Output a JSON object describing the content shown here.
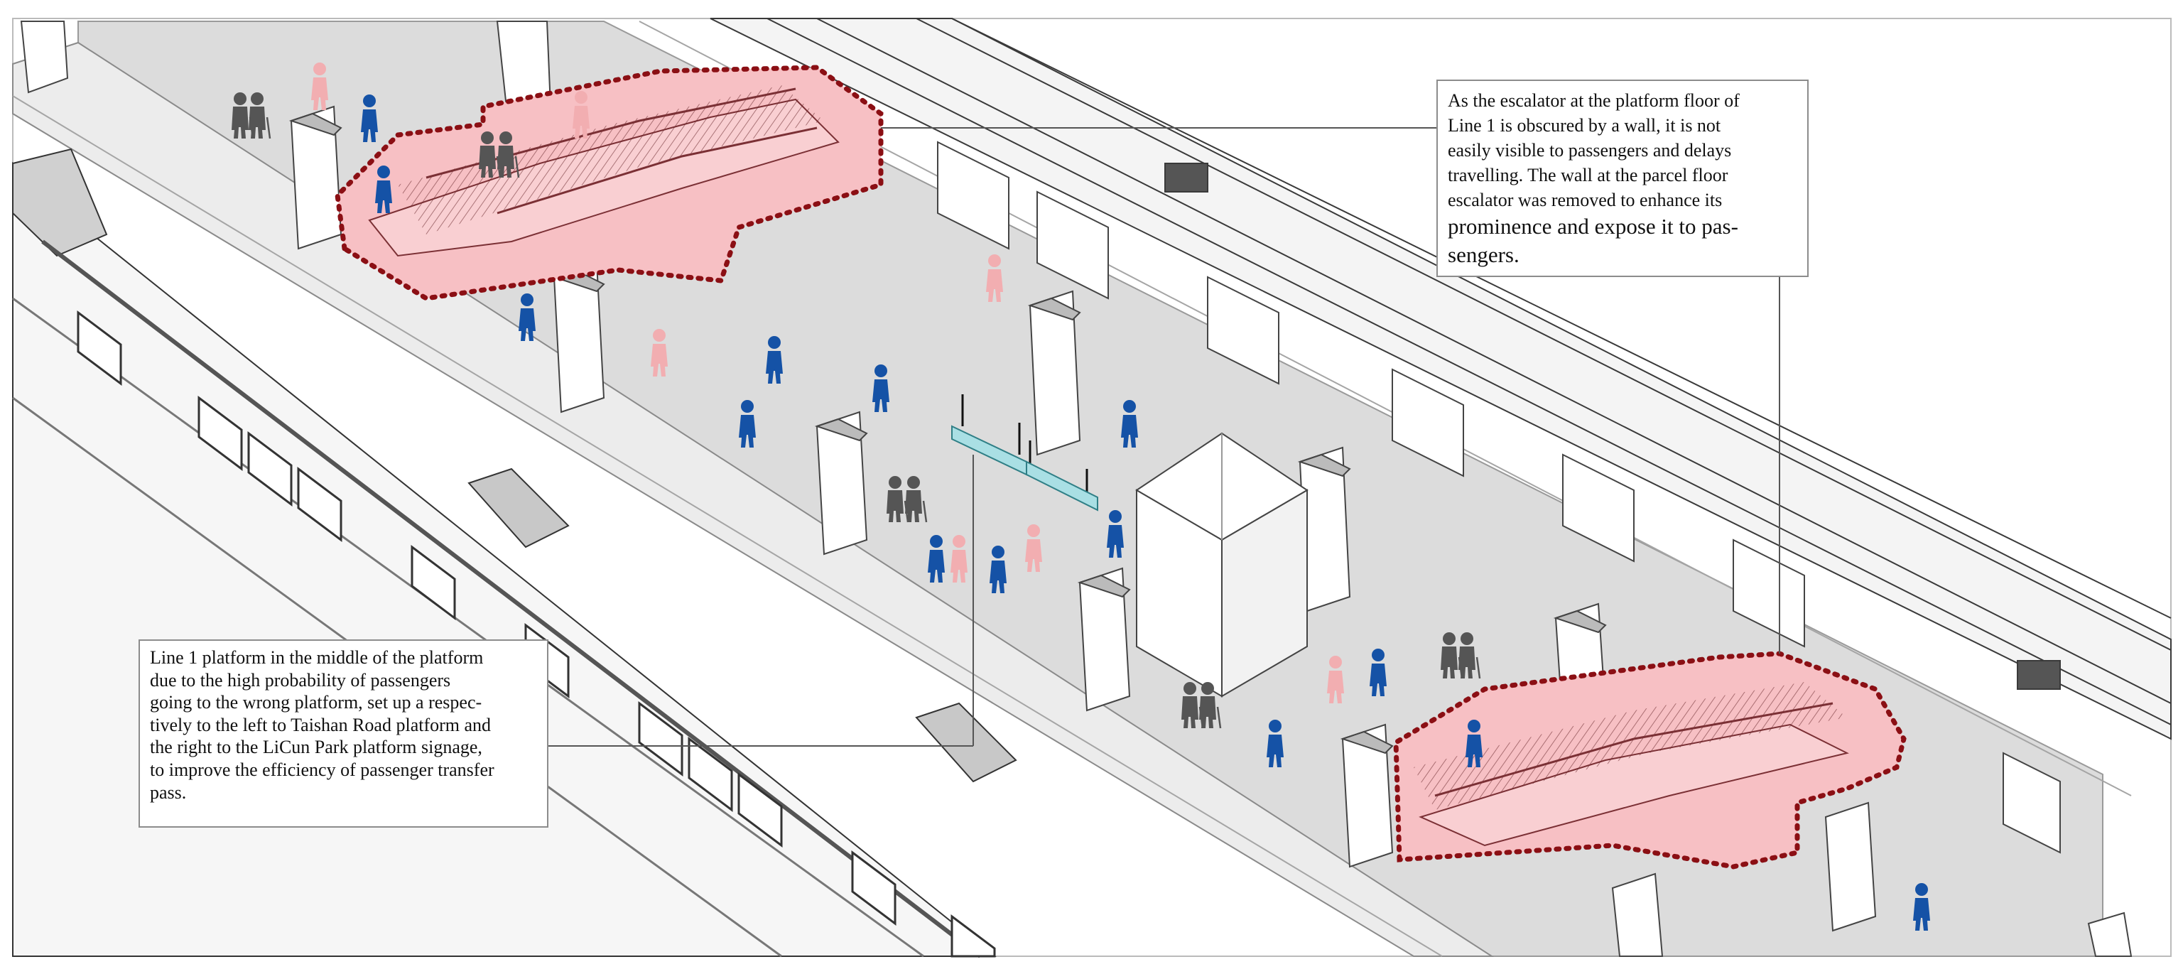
{
  "callouts": {
    "escalator": {
      "lines": [
        "As the escalator at the platform floor of",
        "Line 1 is obscured by a wall, it is not",
        "easily visible to passengers and delays",
        "travelling. The wall at the parcel floor",
        "escalator was removed to enhance its",
        "prominence and expose it to pas-",
        "sengers."
      ]
    },
    "signage": {
      "lines": [
        "Line 1 platform in the middle of the platform",
        "due to the high probability of passengers",
        "going to the wrong platform, set up a respec-",
        "tively to the left to Taishan Road platform and",
        "the right to the LiCun Park platform signage,",
        "to improve the efficiency of passenger transfer",
        "pass."
      ]
    }
  },
  "colors": {
    "escalator_highlight": "#f7c0c4",
    "highlight_outline": "#8b0f14",
    "passenger": "#1552a6",
    "passenger_pink": "#f2aeb1",
    "passenger_elderly": "#555555",
    "platform_floor": "#dcdcdc",
    "signage": "#a9dfe4"
  }
}
